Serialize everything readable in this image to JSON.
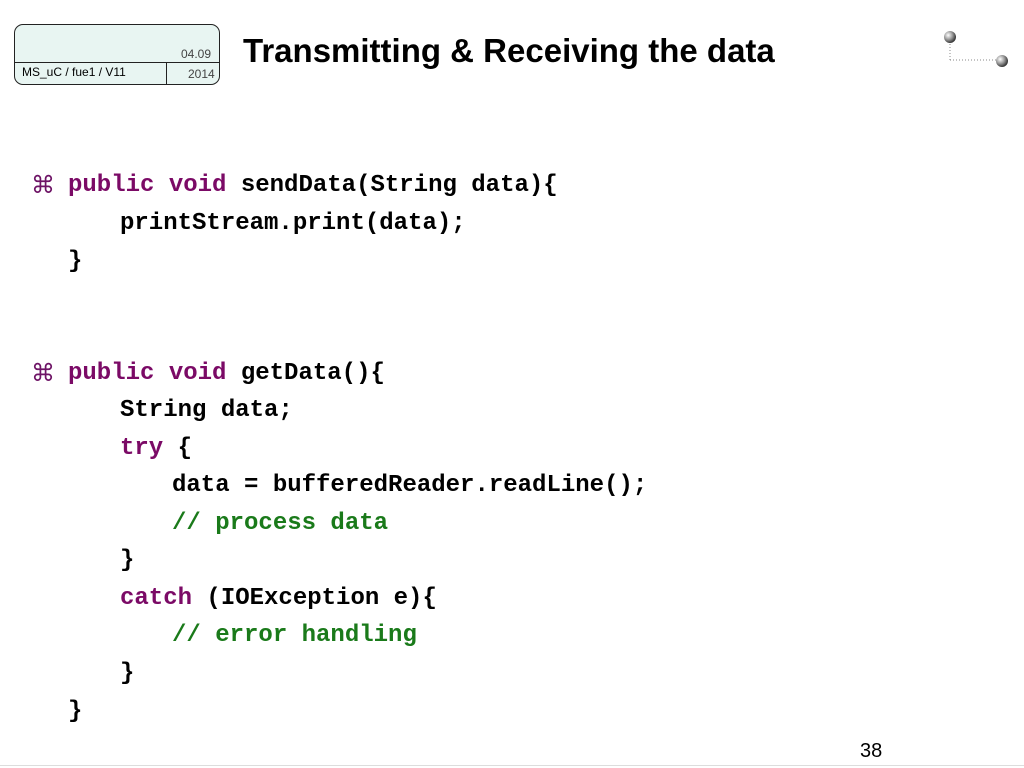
{
  "header": {
    "date": "04.09",
    "year": "2014",
    "course": "MS_uC / fue1 / V11"
  },
  "title": "Transmitting & Receiving the data",
  "bullet_glyph": "⌘",
  "block1": {
    "kw1": "public",
    "kw2": "void",
    "signature": "sendData(String data){",
    "line2": "printStream.print(data);",
    "line3": "}"
  },
  "block2": {
    "kw1": "public",
    "kw2": "void",
    "signature": "getData(){",
    "decl": "String data;",
    "try_kw": "try",
    "try_brace": "{",
    "read_line": "data = bufferedReader.readLine();",
    "comment1": "// process data",
    "close1": "}",
    "catch_kw": "catch",
    "catch_rest": "(IOException e){",
    "comment2": "// error handling",
    "close2": "}",
    "close3": "}"
  },
  "page_number": "38",
  "colors": {
    "keyword": "#7b0a66",
    "comment": "#1a7a1a",
    "header_box": "#e8f5f2"
  }
}
